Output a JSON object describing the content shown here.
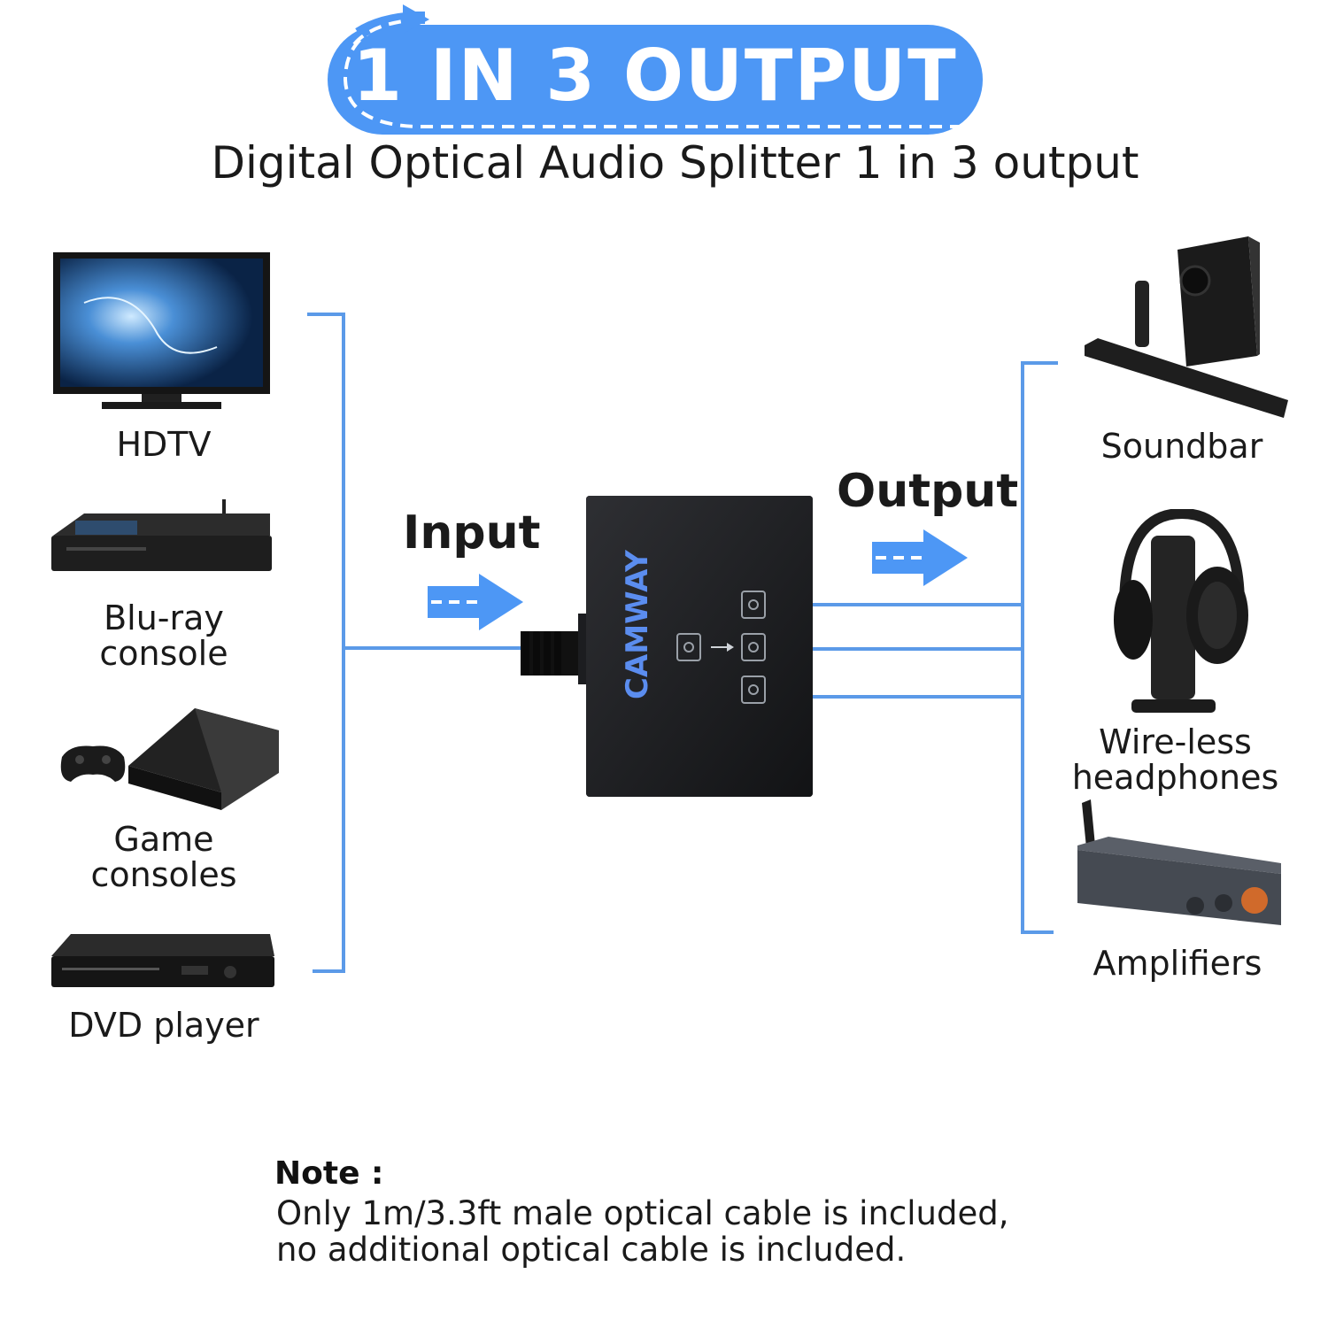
{
  "banner": {
    "title": "1 IN 3 OUTPUT"
  },
  "subtitle": "Digital Optical Audio Splitter 1 in 3 output",
  "inputs": [
    {
      "label": "HDTV",
      "icon": "tv-icon"
    },
    {
      "label": "Blu-ray console",
      "icon": "bluray-player-icon"
    },
    {
      "label": "Game consoles",
      "icon": "game-console-icon"
    },
    {
      "label": "DVD player",
      "icon": "dvd-player-icon"
    }
  ],
  "outputs": [
    {
      "label": "Soundbar",
      "icon": "soundbar-icon"
    },
    {
      "label_line1": "Wire-less",
      "label_line2": "headphones",
      "icon": "headphones-icon"
    },
    {
      "label": "Amplifiers",
      "icon": "amplifier-icon"
    }
  ],
  "flow": {
    "input_label": "Input",
    "output_label": "Output"
  },
  "device": {
    "brand": "CAMWAY"
  },
  "note": {
    "heading": "Note :",
    "line1": "Only 1m/3.3ft male optical cable is included,",
    "line2": "no additional optical cable is included."
  },
  "colors": {
    "accent": "#4d97f5",
    "line": "#5b9ae8",
    "device": "#1c1d20"
  }
}
